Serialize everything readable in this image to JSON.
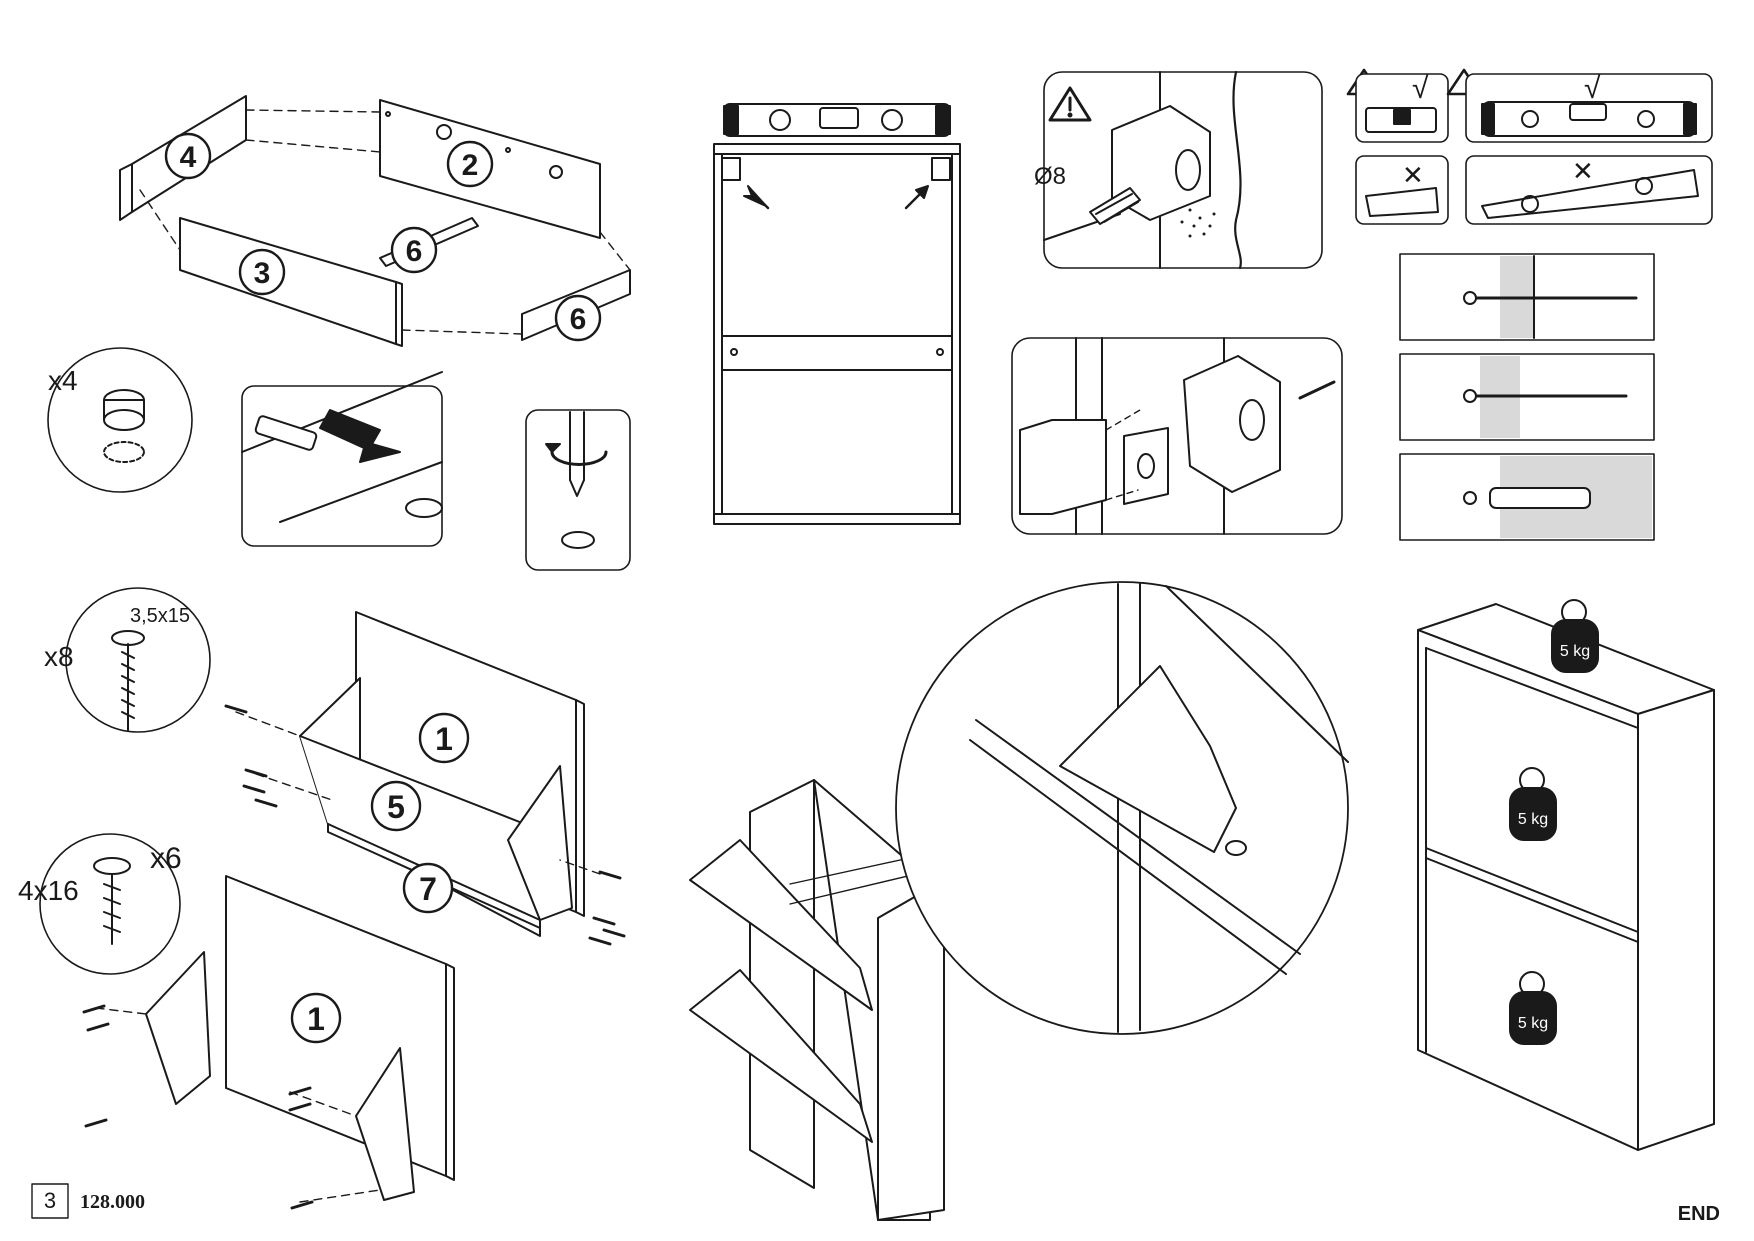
{
  "parts": {
    "p1": "1",
    "p2": "2",
    "p3": "3",
    "p4": "4",
    "p5": "5",
    "p6": "6",
    "p7": "7"
  },
  "hardware": {
    "cam_qty": "x4",
    "screw_small_qty": "x8",
    "screw_small_size": "3,5x15",
    "screw_large_qty": "x6",
    "screw_large_size": "4x16"
  },
  "wall": {
    "drill_diameter": "Ø8",
    "check_mark": "√",
    "cross_mark": "✕"
  },
  "weights": {
    "w1": "5 kg",
    "w2": "5 kg",
    "w3": "5 kg"
  },
  "footer": {
    "page_number": "3",
    "product_code": "128.000",
    "end_label": "END"
  },
  "colors": {
    "line": "#1a1a1a",
    "panel": "#ffffff",
    "hatch": "#d9d9d9"
  }
}
